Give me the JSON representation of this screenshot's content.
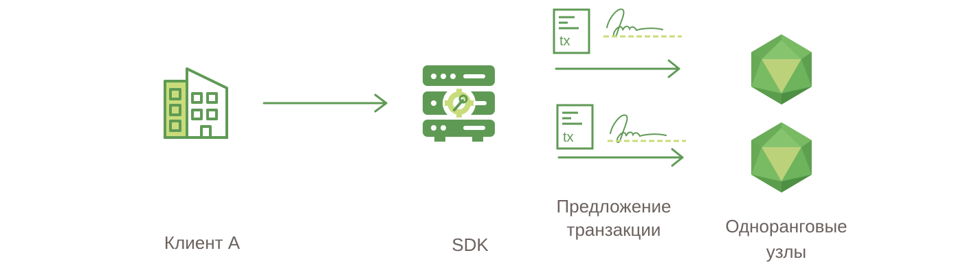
{
  "labels": {
    "client": "Клиент А",
    "sdk": "SDK",
    "proposal_line1": "Предложение",
    "proposal_line2": "транзакции",
    "peers_line1": "Одноранговые",
    "peers_line2": "узлы"
  },
  "document_text": "tx",
  "colors": {
    "primary": "#5f9a55",
    "light": "#c9dc7c",
    "node_light": "#78bb63",
    "node_dark": "#4e8f44",
    "node_center": "#bcd27a",
    "text": "#6b625f"
  },
  "icons": {
    "client": "office-building-icon",
    "sdk": "server-gear-icon",
    "document": "transaction-document-icon",
    "signature": "signature-icon",
    "peer": "icosahedron-node-icon"
  }
}
